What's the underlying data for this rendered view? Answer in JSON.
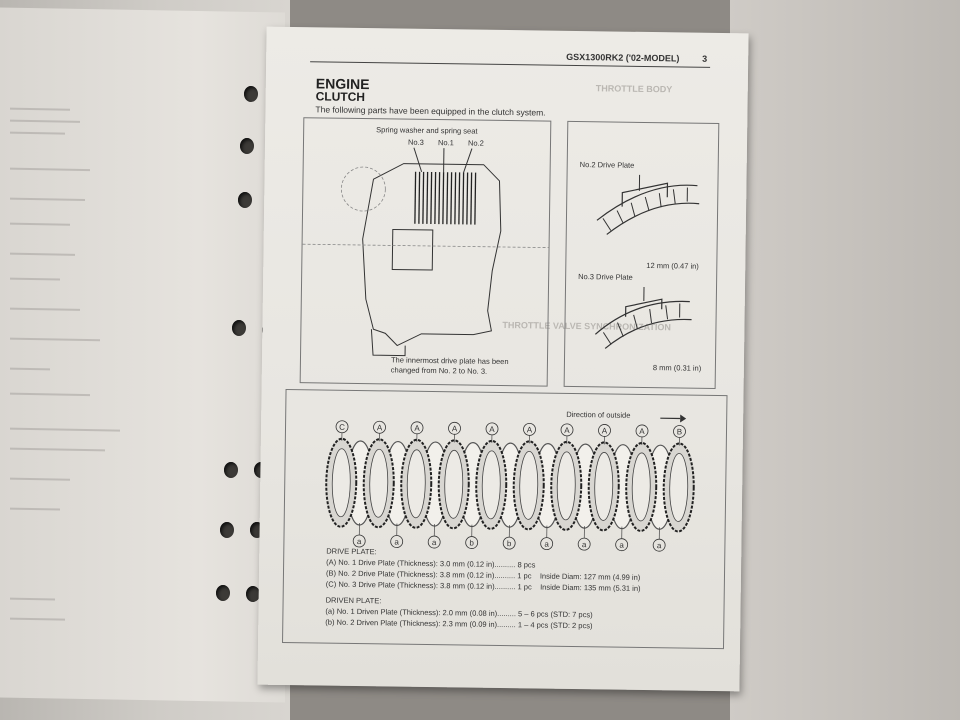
{
  "header": {
    "model": "GSX1300RK2 ('02-MODEL)",
    "page": "3"
  },
  "section": {
    "title": "ENGINE",
    "subtitle": "CLUTCH",
    "intro": "The following parts have been equipped in the clutch system."
  },
  "diagram1": {
    "label_top": "Spring washer and spring seat",
    "plates": [
      "No.3",
      "No.1",
      "No.2"
    ],
    "caption_line1": "The innermost drive plate has been",
    "caption_line2": "changed from No. 2 to No. 3."
  },
  "diagram2": {
    "plate2_label": "No.2 Drive Plate",
    "plate2_dim": "12 mm (0.47 in)",
    "plate3_label": "No.3 Drive Plate",
    "plate3_dim": "8 mm (0.31 in)"
  },
  "stack": {
    "direction": "Direction of outside",
    "top_letters": [
      "C",
      "A",
      "A",
      "A",
      "A",
      "A",
      "A",
      "A",
      "A",
      "B"
    ],
    "bottom_letters": [
      "a",
      "a",
      "a",
      "b",
      "b",
      "a",
      "a",
      "a",
      "a"
    ]
  },
  "drive_plate": {
    "heading": "DRIVE PLATE:",
    "rows": [
      {
        "mark": "A",
        "text": "No. 1 Drive Plate (Thickness): 3.0 mm (0.12 in)..........",
        "qty": "8 pcs",
        "extra": ""
      },
      {
        "mark": "B",
        "text": "No. 2 Drive Plate (Thickness): 3.8 mm (0.12 in)..........",
        "qty": "1 pc",
        "extra": "Inside Diam: 127 mm (4.99 in)"
      },
      {
        "mark": "C",
        "text": "No. 3 Drive Plate (Thickness): 3.8 mm (0.12 in)..........",
        "qty": "1 pc",
        "extra": "Inside Diam: 135 mm (5.31 in)"
      }
    ]
  },
  "driven_plate": {
    "heading": "DRIVEN PLATE:",
    "rows": [
      {
        "mark": "a",
        "text": "No. 1 Driven Plate (Thickness): 2.0 mm (0.08 in).........",
        "qty": "5 – 6 pcs (STD: 7 pcs)"
      },
      {
        "mark": "b",
        "text": "No. 2 Driven Plate (Thickness): 2.3 mm (0.09 in).........",
        "qty": "1 – 4 pcs (STD: 2 pcs)"
      }
    ]
  },
  "colors": {
    "paper": "#eceae5",
    "ink": "#333333",
    "binder_hole": "#3c3a37"
  }
}
